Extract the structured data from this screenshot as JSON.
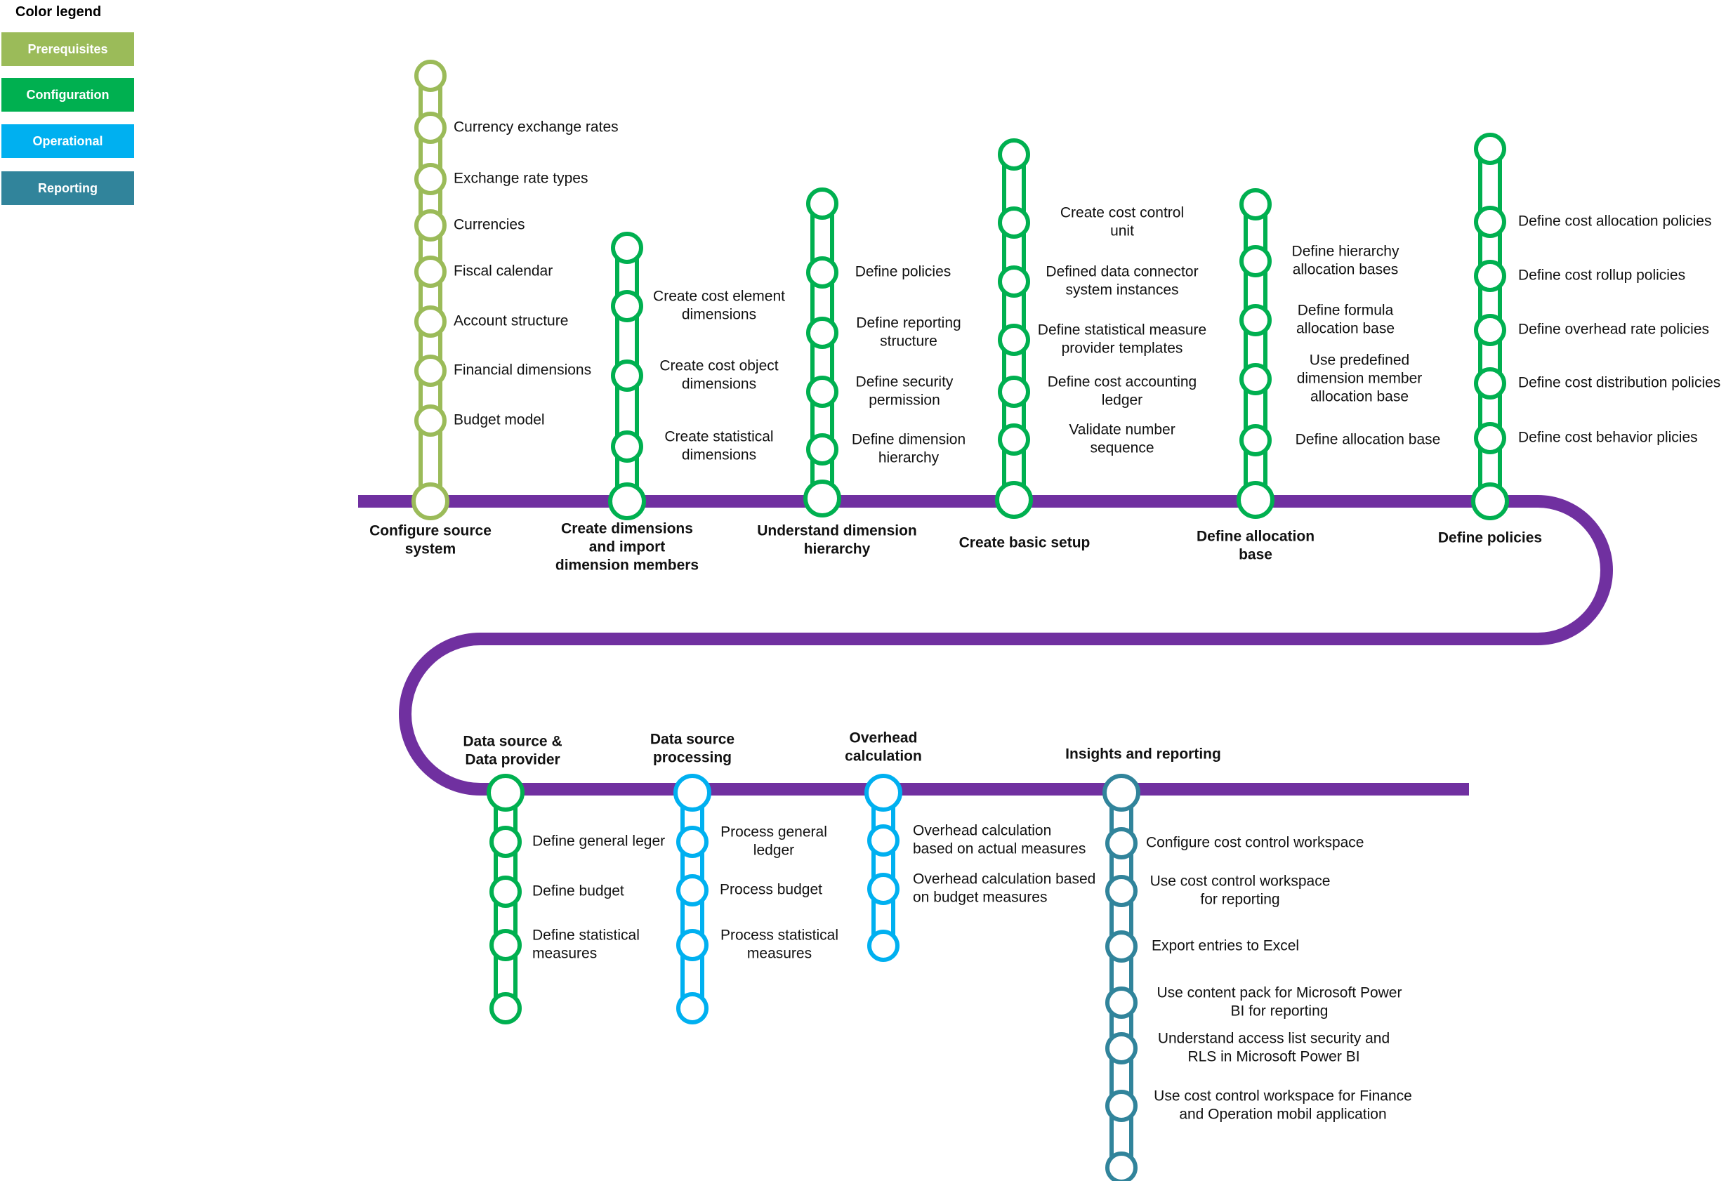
{
  "legend": {
    "title": "Color legend",
    "items": [
      {
        "label": "Prerequisites",
        "color": "#9BBB59"
      },
      {
        "label": "Configuration",
        "color": "#00B050"
      },
      {
        "label": "Operational",
        "color": "#00B0F0"
      },
      {
        "label": "Reporting",
        "color": "#31849B"
      }
    ]
  },
  "colors": {
    "track": "#7030A0",
    "prerequisites": "#9BBB59",
    "configuration": "#00B050",
    "operational": "#00B0F0",
    "reporting": "#31849B"
  },
  "top_stations": [
    {
      "title": [
        "Configure source",
        "system"
      ],
      "category": "prerequisites",
      "steps": [
        [
          "Currency exchange rates"
        ],
        [
          "Exchange rate types"
        ],
        [
          "Currencies"
        ],
        [
          "Fiscal calendar"
        ],
        [
          "Account structure"
        ],
        [
          "Financial dimensions"
        ],
        [
          "Budget model"
        ]
      ]
    },
    {
      "title": [
        "Create dimensions",
        "and import",
        "dimension members"
      ],
      "category": "configuration",
      "steps": [
        [
          "Create cost element",
          "dimensions"
        ],
        [
          "Create cost object",
          "dimensions"
        ],
        [
          "Create statistical",
          "dimensions"
        ]
      ]
    },
    {
      "title": [
        "Understand dimension",
        "hierarchy"
      ],
      "category": "configuration",
      "steps": [
        [
          "Define policies"
        ],
        [
          "Define reporting",
          "structure"
        ],
        [
          "Define security",
          "permission"
        ],
        [
          "Define dimension",
          "hierarchy"
        ]
      ]
    },
    {
      "title": [
        "Create basic setup"
      ],
      "category": "configuration",
      "steps": [
        [
          "Create cost control",
          "unit"
        ],
        [
          "Defined data connector",
          "system instances"
        ],
        [
          "Define statistical measure",
          "provider templates"
        ],
        [
          "Define cost accounting",
          "ledger"
        ],
        [
          "Validate number",
          "sequence"
        ]
      ]
    },
    {
      "title": [
        "Define allocation",
        "base"
      ],
      "category": "configuration",
      "steps": [
        [
          "Define hierarchy",
          "allocation bases"
        ],
        [
          "Define formula",
          "allocation base"
        ],
        [
          "Use predefined",
          "dimension member",
          "allocation base"
        ],
        [
          "Define allocation base"
        ]
      ]
    },
    {
      "title": [
        "Define policies"
      ],
      "category": "configuration",
      "steps": [
        [
          "Define cost allocation policies"
        ],
        [
          "Define cost rollup policies"
        ],
        [
          "Define overhead rate policies"
        ],
        [
          "Define cost distribution policies"
        ],
        [
          "Define cost behavior plicies"
        ]
      ]
    }
  ],
  "bottom_stations": [
    {
      "title": [
        "Data source &",
        "Data provider"
      ],
      "category": "configuration",
      "steps": [
        [
          "Define general leger"
        ],
        [
          "Define budget"
        ],
        [
          "Define statistical",
          "measures"
        ]
      ]
    },
    {
      "title": [
        "Data source",
        "processing"
      ],
      "category": "operational",
      "steps": [
        [
          "Process general",
          "ledger"
        ],
        [
          "Process budget"
        ],
        [
          "Process statistical",
          "measures"
        ]
      ]
    },
    {
      "title": [
        "Overhead",
        "calculation"
      ],
      "category": "operational",
      "steps": [
        [
          "Overhead calculation",
          "based on actual measures"
        ],
        [
          "Overhead calculation based",
          "on budget measures"
        ]
      ]
    },
    {
      "title": [
        "Insights and reporting"
      ],
      "category": "reporting",
      "steps": [
        [
          "Configure cost control workspace"
        ],
        [
          "Use cost control workspace",
          "for reporting"
        ],
        [
          "Export entries to Excel"
        ],
        [
          "Use content pack for Microsoft Power",
          "BI for reporting"
        ],
        [
          "Understand access list security and",
          "RLS in Microsoft Power BI"
        ],
        [
          "Use cost control workspace for Finance",
          "and Operation mobil application"
        ]
      ]
    }
  ]
}
